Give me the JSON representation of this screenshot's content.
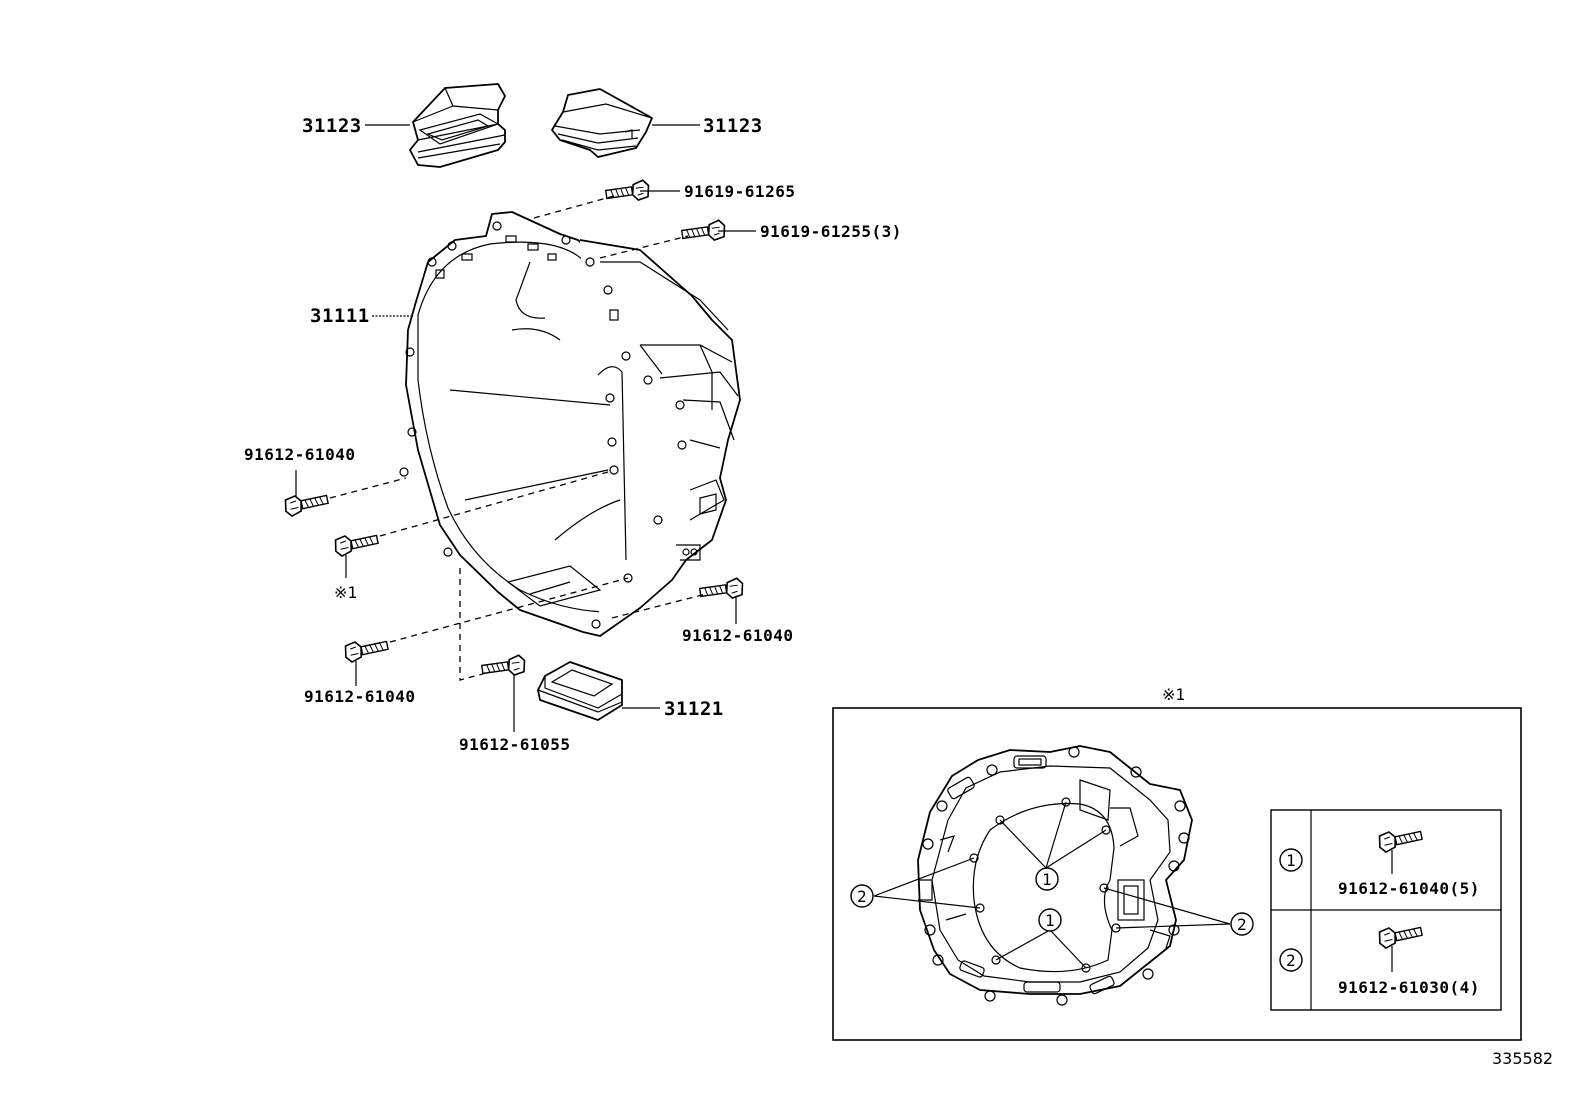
{
  "labels": {
    "cover_left": "31123",
    "cover_right": "31123",
    "housing": "31111",
    "plate": "31121",
    "bolt_top1": "91619-61265",
    "bolt_top2": "91619-61255(3)",
    "bolt_left": "91612-61040",
    "bolt_right": "91612-61040",
    "bolt_bottom_left": "91612-61040",
    "bolt_bottom": "91612-61055",
    "note_ref": "※1"
  },
  "inset": {
    "title": "※1",
    "callout_1": "1",
    "callout_2": "2",
    "legend": [
      {
        "key": "1",
        "part": "91612-61040(5)"
      },
      {
        "key": "2",
        "part": "91612-61030(4)"
      }
    ]
  },
  "figure_id": "335582"
}
